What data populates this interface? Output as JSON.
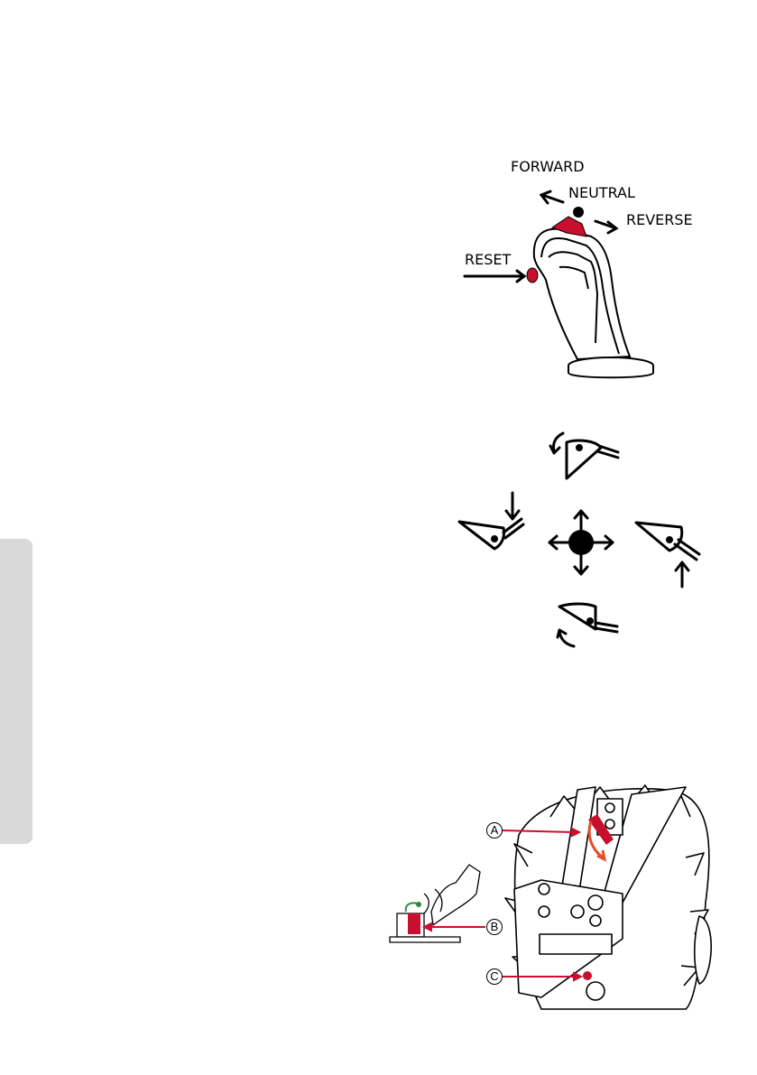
{
  "joystick": {
    "forward": "FORWARD",
    "neutral": "NEUTRAL",
    "reverse": "REVERSE",
    "reset": "RESET"
  },
  "callouts": {
    "a": "A",
    "b": "B",
    "c": "C"
  },
  "colors": {
    "accent": "#c8102e",
    "tab": "#d9d9d9",
    "green": "#2e8b3e"
  },
  "icons": [
    "joystick-icon",
    "bucket-curl-icon",
    "bucket-dump-icon",
    "boom-lower-icon",
    "boom-raise-icon",
    "four-way-arrow-icon",
    "loader-attachment-icon"
  ]
}
